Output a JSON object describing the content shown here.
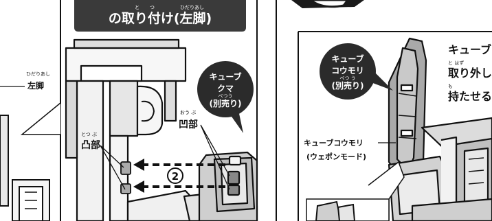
{
  "left_panel": {
    "heading": "の取り付け(左脚)",
    "heading_ruby": [
      "と",
      "つ",
      "ひだりあし"
    ],
    "edge_label": "左脚",
    "edge_label_ruby": "ひだりあし",
    "bubble": {
      "line1": "キューブ",
      "line2": "クマ",
      "line3": "(別売り)",
      "ruby": "べつう"
    },
    "label_recess": "凹部",
    "label_recess_ruby": "おう ぶ",
    "label_bump": "凸部",
    "label_bump_ruby": "とつ ぶ",
    "step_number": "2"
  },
  "right_panel": {
    "bubble": {
      "line1": "キューブ",
      "line2": "コウモリ",
      "line3": "(別売り)",
      "ruby": "べつ う"
    },
    "text_line1": "キューブ",
    "text_line2": "取り外し",
    "text_line2_ruby": "と  はず",
    "text_line3": "持たせる",
    "text_line3_ruby": "も",
    "part_label_line1": "キューブコウモリ",
    "part_label_line2": "(ウェポンモード)"
  }
}
